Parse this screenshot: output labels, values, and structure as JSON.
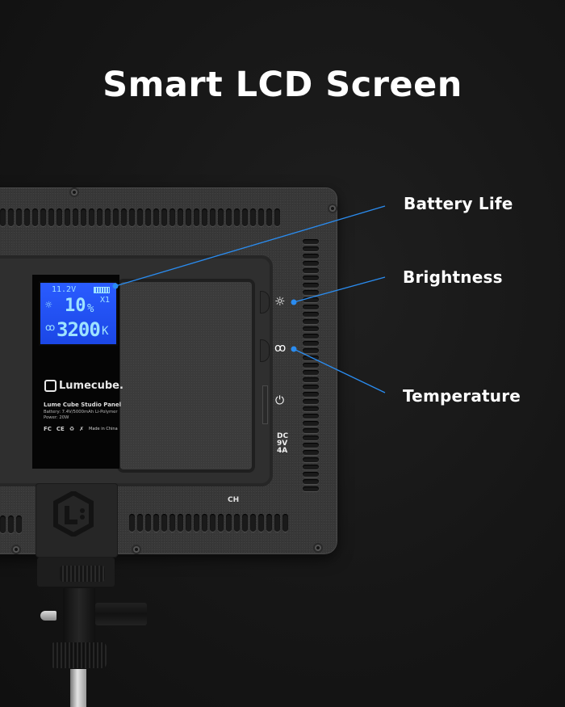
{
  "title": "Smart LCD Screen",
  "callouts": [
    {
      "id": "battery",
      "label": "Battery Life"
    },
    {
      "id": "brightness",
      "label": "Brightness"
    },
    {
      "id": "temperature",
      "label": "Temperature"
    }
  ],
  "accent_color": "#2a8cf0",
  "lcd": {
    "voltage": "11.2V",
    "channel": "X1",
    "brightness": "10",
    "brightness_unit": "%",
    "temperature": "3200",
    "temperature_unit": "K"
  },
  "device_label": {
    "brand": "Lumecube.",
    "product": "Lume Cube Studio Panel",
    "battery": "Battery: 7.4V/5000mAh Li-Polymer",
    "power": "Power: 20W",
    "certs": [
      "FC",
      "CE",
      "Made in China"
    ]
  },
  "controls": {
    "brightness_icon": "☼",
    "temperature_icon": "ꝏ",
    "power_icon": "⏻",
    "dc_input": [
      "DC",
      "9V",
      "4A"
    ],
    "channel_label": "CH"
  }
}
